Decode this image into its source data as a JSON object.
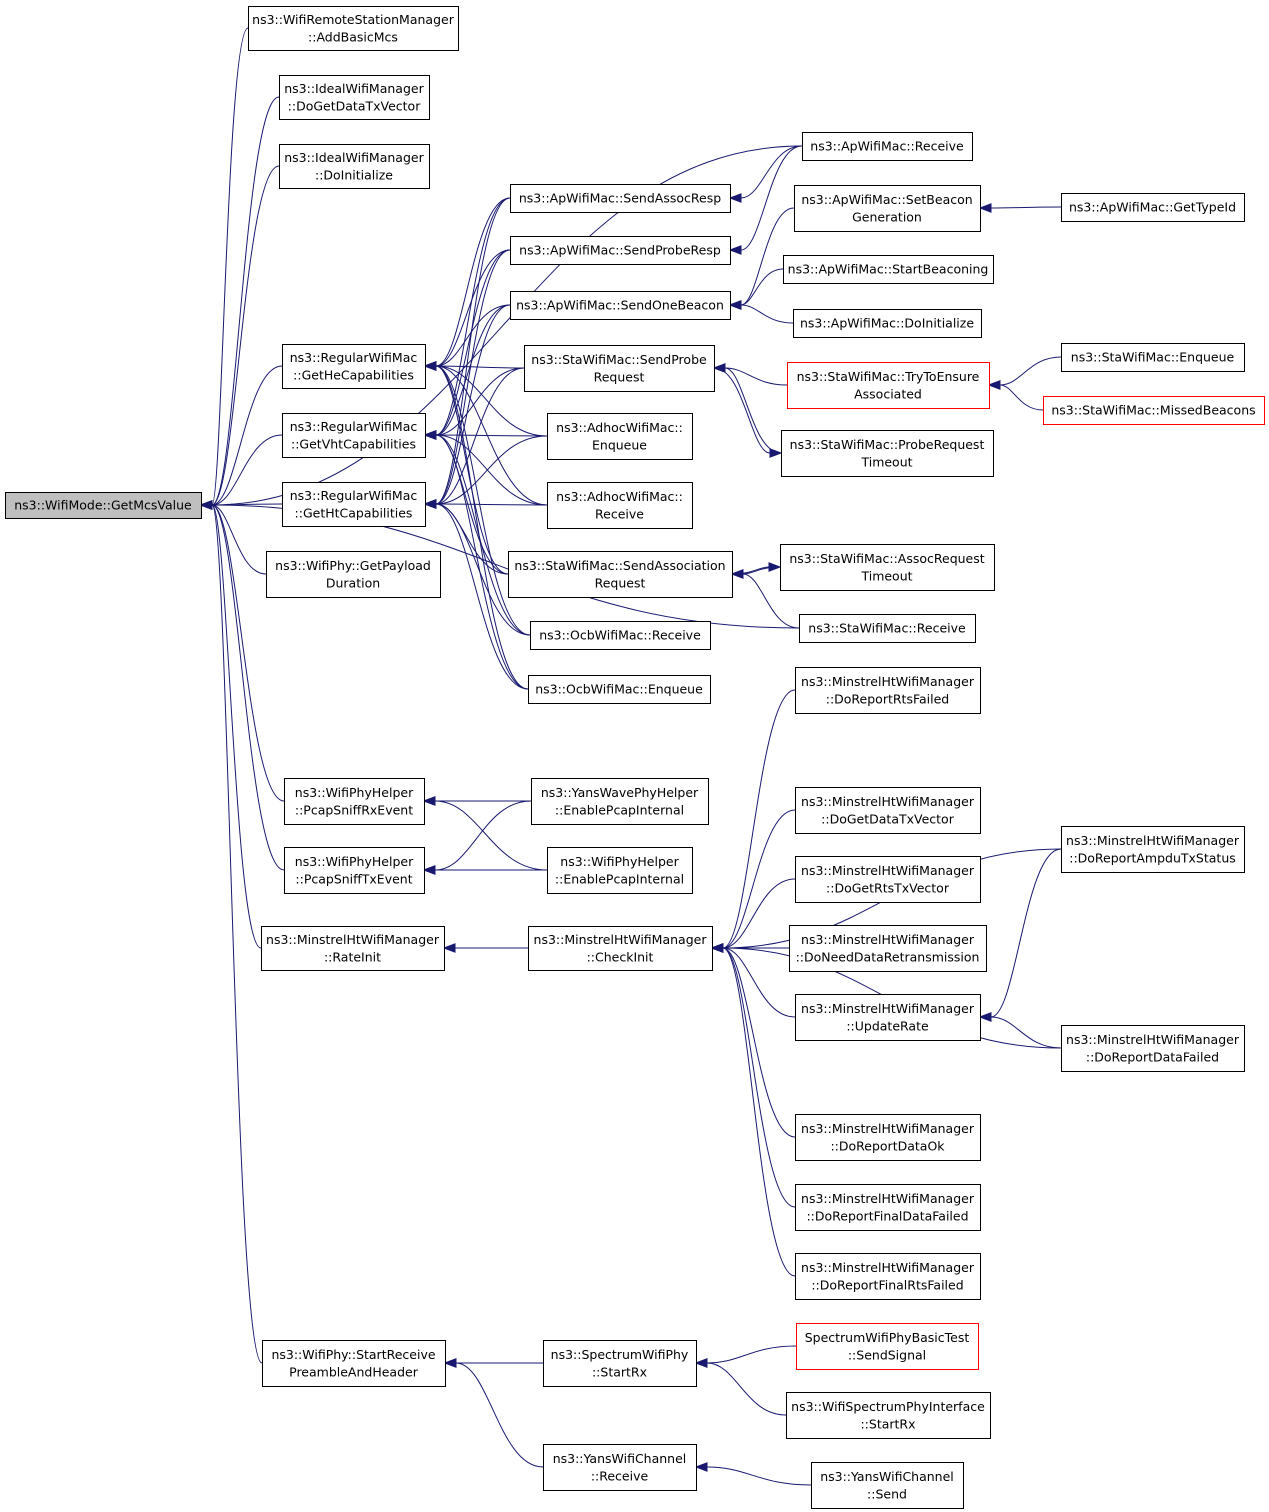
{
  "graph": {
    "root": "ns3::WifiMode::GetMcsValue",
    "nodes": [
      {
        "id": "root",
        "lines": [
          "ns3::WifiMode::GetMcsValue"
        ],
        "highlight": true
      },
      {
        "id": "addbasicmcs",
        "lines": [
          "ns3::WifiRemoteStationManager",
          "::AddBasicMcs"
        ]
      },
      {
        "id": "ideal_dogetdata",
        "lines": [
          "ns3::IdealWifiManager",
          "::DoGetDataTxVector"
        ]
      },
      {
        "id": "ideal_doinit",
        "lines": [
          "ns3::IdealWifiManager",
          "::DoInitialize"
        ]
      },
      {
        "id": "gethe",
        "lines": [
          "ns3::RegularWifiMac",
          "::GetHeCapabilities"
        ]
      },
      {
        "id": "getvht",
        "lines": [
          "ns3::RegularWifiMac",
          "::GetVhtCapabilities"
        ]
      },
      {
        "id": "getht",
        "lines": [
          "ns3::RegularWifiMac",
          "::GetHtCapabilities"
        ]
      },
      {
        "id": "getpayload",
        "lines": [
          "ns3::WifiPhy::GetPayload",
          "Duration"
        ]
      },
      {
        "id": "pcaprx",
        "lines": [
          "ns3::WifiPhyHelper",
          "::PcapSniffRxEvent"
        ]
      },
      {
        "id": "pcaptx",
        "lines": [
          "ns3::WifiPhyHelper",
          "::PcapSniffTxEvent"
        ]
      },
      {
        "id": "rateinit",
        "lines": [
          "ns3::MinstrelHtWifiManager",
          "::RateInit"
        ]
      },
      {
        "id": "startrecv",
        "lines": [
          "ns3::WifiPhy::StartReceive",
          "PreambleAndHeader"
        ]
      },
      {
        "id": "ap_sendassoc",
        "lines": [
          "ns3::ApWifiMac::SendAssocResp"
        ]
      },
      {
        "id": "ap_sendprobe",
        "lines": [
          "ns3::ApWifiMac::SendProbeResp"
        ]
      },
      {
        "id": "ap_sendbeacon",
        "lines": [
          "ns3::ApWifiMac::SendOneBeacon"
        ]
      },
      {
        "id": "sta_sendprobe",
        "lines": [
          "ns3::StaWifiMac::SendProbe",
          "Request"
        ]
      },
      {
        "id": "adhoc_enq",
        "lines": [
          "ns3::AdhocWifiMac::",
          "Enqueue"
        ]
      },
      {
        "id": "adhoc_recv",
        "lines": [
          "ns3::AdhocWifiMac::",
          "Receive"
        ]
      },
      {
        "id": "sta_sendassoc",
        "lines": [
          "ns3::StaWifiMac::SendAssociation",
          "Request"
        ]
      },
      {
        "id": "ocb_recv",
        "lines": [
          "ns3::OcbWifiMac::Receive"
        ]
      },
      {
        "id": "ocb_enq",
        "lines": [
          "ns3::OcbWifiMac::Enqueue"
        ]
      },
      {
        "id": "yanswave",
        "lines": [
          "ns3::YansWavePhyHelper",
          "::EnablePcapInternal"
        ]
      },
      {
        "id": "phyhelper_pcap",
        "lines": [
          "ns3::WifiPhyHelper",
          "::EnablePcapInternal"
        ]
      },
      {
        "id": "checkinit",
        "lines": [
          "ns3::MinstrelHtWifiManager",
          "::CheckInit"
        ]
      },
      {
        "id": "spectrum_startrx",
        "lines": [
          "ns3::SpectrumWifiPhy",
          "::StartRx"
        ]
      },
      {
        "id": "yanschan_recv",
        "lines": [
          "ns3::YansWifiChannel",
          "::Receive"
        ]
      },
      {
        "id": "ap_recv",
        "lines": [
          "ns3::ApWifiMac::Receive"
        ]
      },
      {
        "id": "ap_setbeacon",
        "lines": [
          "ns3::ApWifiMac::SetBeacon",
          "Generation"
        ]
      },
      {
        "id": "ap_startbeacon",
        "lines": [
          "ns3::ApWifiMac::StartBeaconing"
        ]
      },
      {
        "id": "ap_doinit",
        "lines": [
          "ns3::ApWifiMac::DoInitialize"
        ]
      },
      {
        "id": "sta_trytoensure",
        "lines": [
          "ns3::StaWifiMac::TryToEnsure",
          "Associated"
        ],
        "red": true
      },
      {
        "id": "sta_probetimeout",
        "lines": [
          "ns3::StaWifiMac::ProbeRequest",
          "Timeout"
        ]
      },
      {
        "id": "sta_assoctimeout",
        "lines": [
          "ns3::StaWifiMac::AssocRequest",
          "Timeout"
        ]
      },
      {
        "id": "sta_recv",
        "lines": [
          "ns3::StaWifiMac::Receive"
        ]
      },
      {
        "id": "m_rtsfailed",
        "lines": [
          "ns3::MinstrelHtWifiManager",
          "::DoReportRtsFailed"
        ]
      },
      {
        "id": "m_getdata",
        "lines": [
          "ns3::MinstrelHtWifiManager",
          "::DoGetDataTxVector"
        ]
      },
      {
        "id": "m_getrts",
        "lines": [
          "ns3::MinstrelHtWifiManager",
          "::DoGetRtsTxVector"
        ]
      },
      {
        "id": "m_needretx",
        "lines": [
          "ns3::MinstrelHtWifiManager",
          "::DoNeedDataRetransmission"
        ]
      },
      {
        "id": "m_update",
        "lines": [
          "ns3::MinstrelHtWifiManager",
          "::UpdateRate"
        ]
      },
      {
        "id": "m_dataok",
        "lines": [
          "ns3::MinstrelHtWifiManager",
          "::DoReportDataOk"
        ]
      },
      {
        "id": "m_finaldata",
        "lines": [
          "ns3::MinstrelHtWifiManager",
          "::DoReportFinalDataFailed"
        ]
      },
      {
        "id": "m_finalrts",
        "lines": [
          "ns3::MinstrelHtWifiManager",
          "::DoReportFinalRtsFailed"
        ]
      },
      {
        "id": "spectrum_test",
        "lines": [
          "SpectrumWifiPhyBasicTest",
          "::SendSignal"
        ],
        "red": true
      },
      {
        "id": "spectrum_iface",
        "lines": [
          "ns3::WifiSpectrumPhyInterface",
          "::StartRx"
        ]
      },
      {
        "id": "yanschan_send",
        "lines": [
          "ns3::YansWifiChannel",
          "::Send"
        ]
      },
      {
        "id": "ap_gettypeid",
        "lines": [
          "ns3::ApWifiMac::GetTypeId"
        ]
      },
      {
        "id": "sta_enq",
        "lines": [
          "ns3::StaWifiMac::Enqueue"
        ]
      },
      {
        "id": "sta_missed",
        "lines": [
          "ns3::StaWifiMac::MissedBeacons"
        ],
        "red": true
      },
      {
        "id": "m_ampdu",
        "lines": [
          "ns3::MinstrelHtWifiManager",
          "::DoReportAmpduTxStatus"
        ]
      },
      {
        "id": "m_datafailed",
        "lines": [
          "ns3::MinstrelHtWifiManager",
          "::DoReportDataFailed"
        ]
      }
    ],
    "edges": [
      [
        "addbasicmcs",
        "root"
      ],
      [
        "ideal_dogetdata",
        "root"
      ],
      [
        "ideal_doinit",
        "root"
      ],
      [
        "gethe",
        "root"
      ],
      [
        "getvht",
        "root"
      ],
      [
        "getht",
        "root"
      ],
      [
        "getpayload",
        "root"
      ],
      [
        "pcaprx",
        "root"
      ],
      [
        "pcaptx",
        "root"
      ],
      [
        "rateinit",
        "root"
      ],
      [
        "startrecv",
        "root"
      ],
      [
        "ap_recv",
        "root"
      ],
      [
        "sta_recv",
        "root"
      ],
      [
        "ap_sendassoc",
        "gethe"
      ],
      [
        "ap_sendprobe",
        "gethe"
      ],
      [
        "ap_sendbeacon",
        "gethe"
      ],
      [
        "sta_sendprobe",
        "gethe"
      ],
      [
        "adhoc_enq",
        "gethe"
      ],
      [
        "adhoc_recv",
        "gethe"
      ],
      [
        "sta_sendassoc",
        "gethe"
      ],
      [
        "ocb_recv",
        "gethe"
      ],
      [
        "ocb_enq",
        "gethe"
      ],
      [
        "ap_sendassoc",
        "getvht"
      ],
      [
        "ap_sendprobe",
        "getvht"
      ],
      [
        "ap_sendbeacon",
        "getvht"
      ],
      [
        "sta_sendprobe",
        "getvht"
      ],
      [
        "adhoc_enq",
        "getvht"
      ],
      [
        "adhoc_recv",
        "getvht"
      ],
      [
        "sta_sendassoc",
        "getvht"
      ],
      [
        "ocb_recv",
        "getvht"
      ],
      [
        "ocb_enq",
        "getvht"
      ],
      [
        "ap_sendassoc",
        "getht"
      ],
      [
        "ap_sendprobe",
        "getht"
      ],
      [
        "ap_sendbeacon",
        "getht"
      ],
      [
        "sta_sendprobe",
        "getht"
      ],
      [
        "adhoc_enq",
        "getht"
      ],
      [
        "adhoc_recv",
        "getht"
      ],
      [
        "sta_sendassoc",
        "getht"
      ],
      [
        "ocb_recv",
        "getht"
      ],
      [
        "ocb_enq",
        "getht"
      ],
      [
        "ap_recv",
        "ap_sendassoc"
      ],
      [
        "ap_recv",
        "ap_sendprobe"
      ],
      [
        "ap_setbeacon",
        "ap_sendbeacon"
      ],
      [
        "ap_startbeacon",
        "ap_sendbeacon"
      ],
      [
        "ap_doinit",
        "ap_sendbeacon"
      ],
      [
        "ap_gettypeid",
        "ap_setbeacon"
      ],
      [
        "sta_trytoensure",
        "sta_sendprobe"
      ],
      [
        "sta_probetimeout",
        "sta_sendprobe"
      ],
      [
        "sta_enq",
        "sta_trytoensure"
      ],
      [
        "sta_missed",
        "sta_trytoensure"
      ],
      [
        "sta_sendprobe",
        "sta_probetimeout"
      ],
      [
        "sta_assoctimeout",
        "sta_sendassoc"
      ],
      [
        "sta_recv",
        "sta_sendassoc"
      ],
      [
        "sta_sendassoc",
        "sta_assoctimeout"
      ],
      [
        "yanswave",
        "pcaprx"
      ],
      [
        "phyhelper_pcap",
        "pcaprx"
      ],
      [
        "yanswave",
        "pcaptx"
      ],
      [
        "phyhelper_pcap",
        "pcaptx"
      ],
      [
        "checkinit",
        "rateinit"
      ],
      [
        "m_rtsfailed",
        "checkinit"
      ],
      [
        "m_ampdu",
        "checkinit"
      ],
      [
        "m_getdata",
        "checkinit"
      ],
      [
        "m_getrts",
        "checkinit"
      ],
      [
        "m_needretx",
        "checkinit"
      ],
      [
        "m_update",
        "checkinit"
      ],
      [
        "m_datafailed",
        "checkinit"
      ],
      [
        "m_dataok",
        "checkinit"
      ],
      [
        "m_finaldata",
        "checkinit"
      ],
      [
        "m_finalrts",
        "checkinit"
      ],
      [
        "m_ampdu",
        "m_update"
      ],
      [
        "m_datafailed",
        "m_update"
      ],
      [
        "spectrum_startrx",
        "startrecv"
      ],
      [
        "yanschan_recv",
        "startrecv"
      ],
      [
        "spectrum_test",
        "spectrum_startrx"
      ],
      [
        "spectrum_iface",
        "spectrum_startrx"
      ],
      [
        "yanschan_send",
        "yanschan_recv"
      ]
    ]
  }
}
